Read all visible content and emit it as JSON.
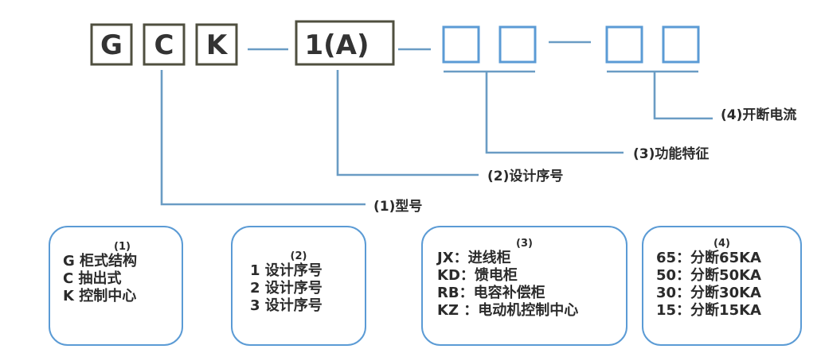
{
  "code": {
    "letters": [
      "G",
      "C",
      "K"
    ],
    "design": "1(A)"
  },
  "labels": {
    "model": "(1)型号",
    "design_seq": "(2)设计序号",
    "function": "(3)功能特征",
    "breaking": "(4)开断电流"
  },
  "boxes": [
    {
      "heading": "(1)",
      "lines": [
        "G 柜式结构",
        "C 抽出式",
        "K 控制中心"
      ]
    },
    {
      "heading": "(2)",
      "lines": [
        "1 设计序号",
        "2 设计序号",
        "3 设计序号"
      ]
    },
    {
      "heading": "(3)",
      "lines": [
        "JX：进线柜",
        "KD：馈电柜",
        "RB：电容补偿柜",
        "KZ ：电动机控制中心"
      ]
    },
    {
      "heading": "(4)",
      "lines": [
        "65：分断65KA",
        "50：分断50KA",
        "30：分断30KA",
        "15：分断15KA"
      ]
    }
  ],
  "colors": {
    "line": "#6a9cc4",
    "box_border": "#5b9bd5",
    "code_border": "#4f4f3f"
  }
}
